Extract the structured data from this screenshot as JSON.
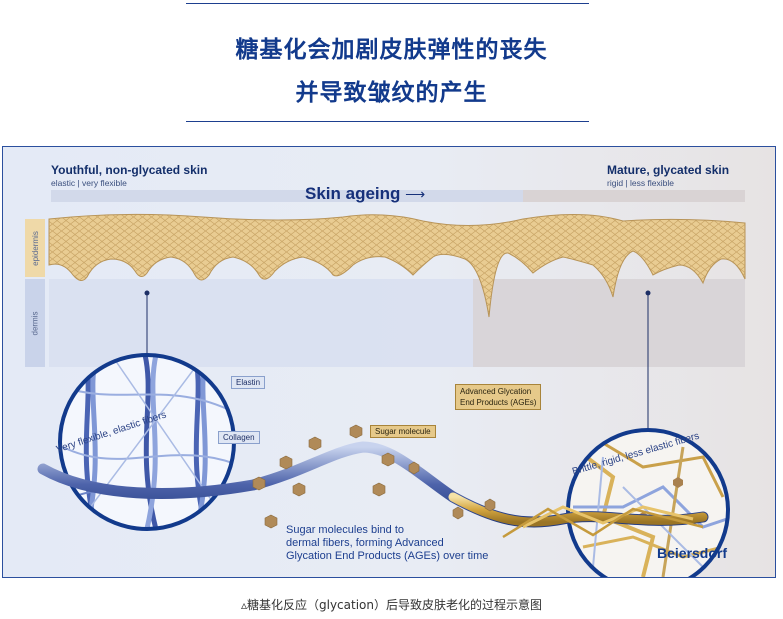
{
  "header": {
    "line1": "糖基化会加剧皮肤弹性的丧失",
    "line2": "并导致皱纹的产生"
  },
  "figure": {
    "left_title": "Youthful, non-glycated skin",
    "left_subtitle": "elastic | very flexible",
    "right_title": "Mature, glycated skin",
    "right_subtitle": "rigid | less flexible",
    "ageing_label": "Skin ageing",
    "layer_epidermis": "epidermis",
    "layer_dermis": "dermis",
    "tag_elastin": "Elastin",
    "tag_collagen": "Collagen",
    "tag_sugar": "Sugar molecule",
    "tag_ages_line1": "Advanced Glycation",
    "tag_ages_line2": "End Products (AGEs)",
    "arc_left": "Very flexible, elastic fibers",
    "arc_right": "Brittle, rigid, less elastic fibers",
    "bind_line1": "Sugar molecules bind to",
    "bind_line2": "dermal fibers, forming Advanced",
    "bind_line3": "Glycation End Products (AGEs) over time",
    "brand": "Beiersdorf"
  },
  "caption": "▵糖基化反应（glycation）后导致皮肤老化的过程示意图",
  "colors": {
    "navy": "#123a8c",
    "epidermis_gold": "#e7c98c",
    "fiber_blue": "#6f86c8",
    "fiber_gold": "#d9b25a",
    "sugar_brown": "#b08a58"
  }
}
